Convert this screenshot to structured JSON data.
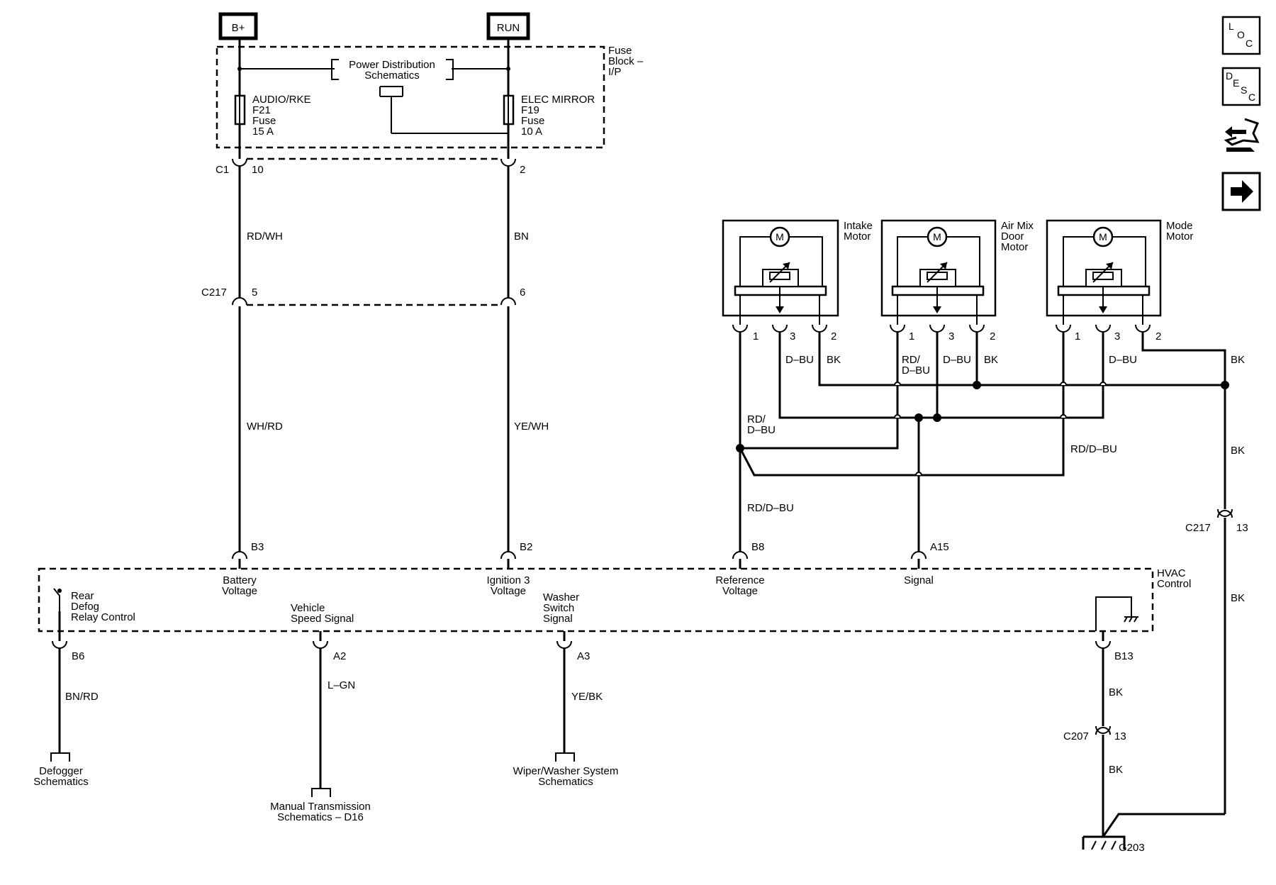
{
  "power": {
    "bplus": "B+",
    "run": "RUN"
  },
  "fuse_block": {
    "title_1": "Fuse",
    "title_2": "Block –",
    "title_3": "I/P",
    "pds_1": "Power Distribution",
    "pds_2": "Schematics",
    "f21": {
      "name": "AUDIO/RKE",
      "id": "F21",
      "type": "Fuse",
      "rating": "15 A"
    },
    "f19": {
      "name": "ELEC MIRROR",
      "id": "F19",
      "type": "Fuse",
      "rating": "10 A"
    }
  },
  "connectors": {
    "c1": "C1",
    "c1_pin_left": "10",
    "c1_pin_right": "2",
    "c217": "C217",
    "c217_pin_left": "5",
    "c217_pin_right": "6",
    "c217_bk": "C217",
    "c217_bk_pin": "13",
    "c207": "C207",
    "c207_pin": "13",
    "ground": "G203"
  },
  "wires": {
    "rdwh": "RD/WH",
    "bn": "BN",
    "whrd": "WH/RD",
    "yewh": "YE/WH",
    "rd_dbu_a": "RD/",
    "rd_dbu_b": "D–BU",
    "rd_dbu_c": "RD/",
    "rd_dbu_d": "D–BU",
    "rd_dbu_ref": "RD/D–BU",
    "rd_dbu_mode": "RD/D–BU",
    "dbu1": "D–BU",
    "dbu2": "D–BU",
    "dbu3": "D–BU",
    "bk1": "BK",
    "bk2": "BK",
    "bk3": "BK",
    "bk4": "BK",
    "bk5": "BK",
    "bk6": "BK",
    "bk7": "BK",
    "bnrd": "BN/RD",
    "lgn": "L–GN",
    "yebk": "YE/BK"
  },
  "motors": {
    "intake_1": "Intake",
    "intake_2": "Motor",
    "airmix_1": "Air Mix",
    "airmix_2": "Door",
    "airmix_3": "Motor",
    "mode_1": "Mode",
    "mode_2": "Motor",
    "m": "M",
    "pin1": "1",
    "pin2": "2",
    "pin3": "3"
  },
  "hvac": {
    "title_1": "HVAC",
    "title_2": "Control",
    "b3": "B3",
    "b2": "B2",
    "b8": "B8",
    "a15": "A15",
    "b6": "B6",
    "a2": "A2",
    "a3": "A3",
    "b13": "B13",
    "battery_1": "Battery",
    "battery_2": "Voltage",
    "ign_1": "Ignition 3",
    "ign_2": "Voltage",
    "ref_1": "Reference",
    "ref_2": "Voltage",
    "signal": "Signal",
    "defog_1": "Rear",
    "defog_2": "Defog",
    "defog_3": "Relay Control",
    "vss_1": "Vehicle",
    "vss_2": "Speed Signal",
    "washer_1": "Washer",
    "washer_2": "Switch",
    "washer_3": "Signal"
  },
  "destinations": {
    "defogger_1": "Defogger",
    "defogger_2": "Schematics",
    "manual_1": "Manual Transmission",
    "manual_2": "Schematics – D16",
    "wiper_1": "Wiper/Washer System",
    "wiper_2": "Schematics"
  },
  "nav_icons": {
    "loc_l": "L",
    "loc_o": "O",
    "loc_c": "C",
    "desc_d": "D",
    "desc_e": "E",
    "desc_s": "S",
    "desc_c": "C"
  }
}
